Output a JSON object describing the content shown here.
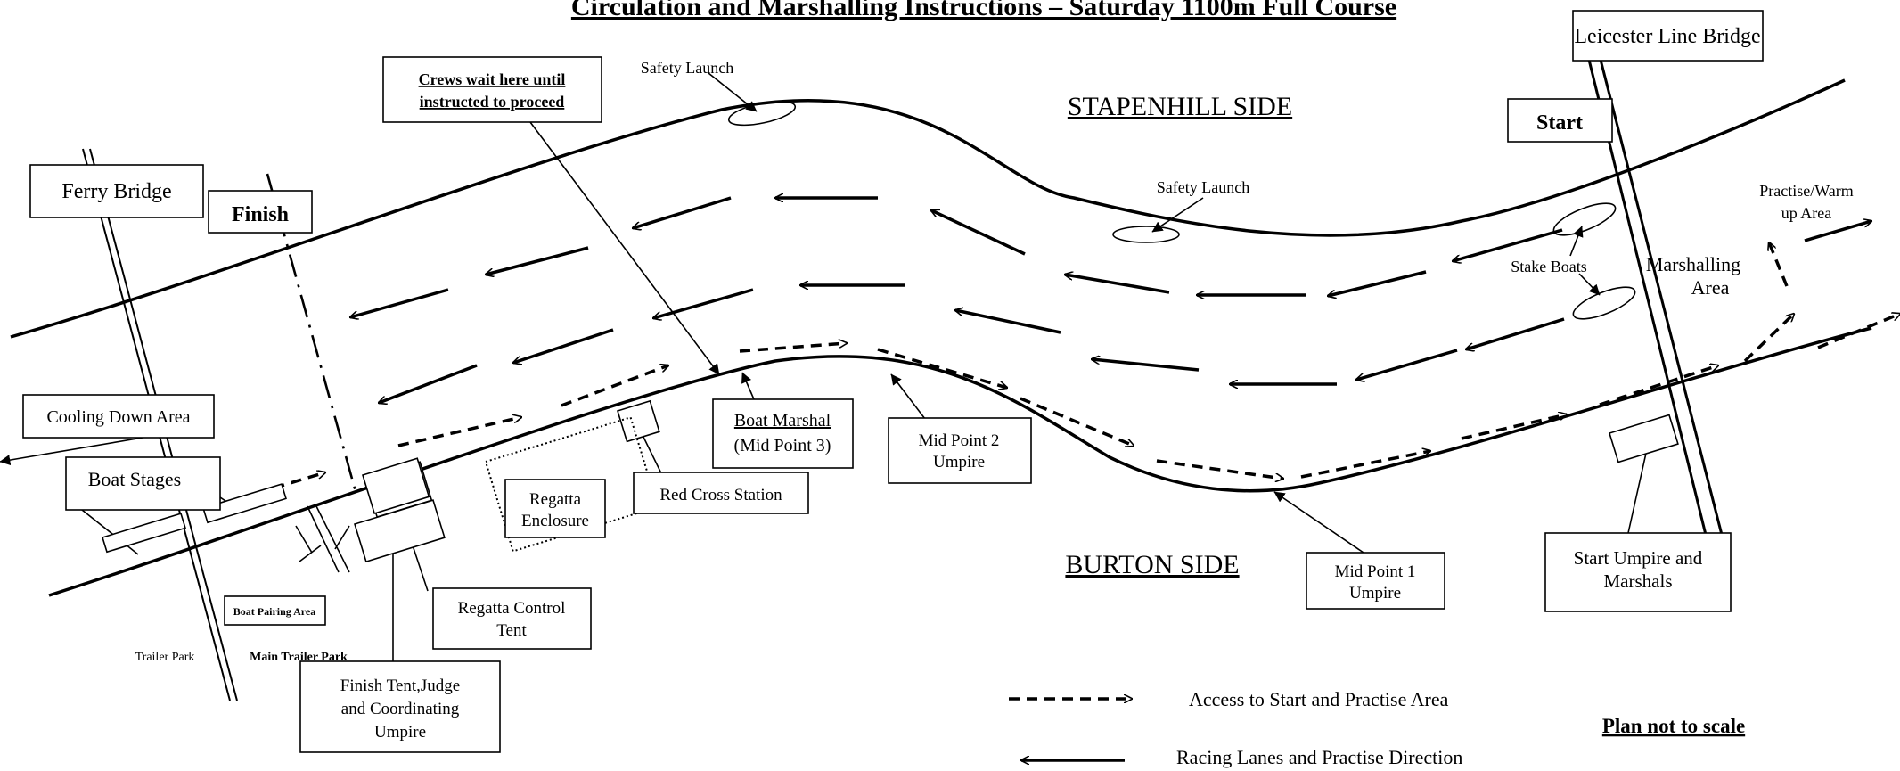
{
  "title": "Circulation and Marshalling Instructions – Saturday 1100m Full Course",
  "sides": {
    "top": "STAPENHILL SIDE",
    "bottom": "BURTON SIDE"
  },
  "labels": {
    "leicester_bridge": "Leicester Line Bridge",
    "start": "Start",
    "ferry_bridge": "Ferry Bridge",
    "finish": "Finish",
    "crews_wait_line1": "Crews wait here until",
    "crews_wait_line2": "instructed to proceed",
    "safety_launch_1": "Safety Launch",
    "safety_launch_2": "Safety Launch",
    "practise_line1": "Practise/Warm",
    "practise_line2": "up Area",
    "stake_boats": "Stake Boats",
    "marshalling_line1": "Marshalling",
    "marshalling_line2": "Area",
    "cooling_down": "Cooling Down Area",
    "boat_stages": "Boat Stages",
    "boat_marshal_line1": "Boat Marshal",
    "boat_marshal_line2": "(Mid Point 3)",
    "mid2_line1": "Mid Point 2",
    "mid2_line2": "Umpire",
    "regatta_enclosure_line1": "Regatta",
    "regatta_enclosure_line2": "Enclosure",
    "red_cross": "Red Cross Station",
    "mid1_line1": "Mid Point 1",
    "mid1_line2": "Umpire",
    "start_umpire_line1": "Start Umpire and",
    "start_umpire_line2": "Marshals",
    "boat_pairing": "Boat Pairing Area",
    "trailer_park": "Trailer Park",
    "main_trailer_park": "Main Trailer Park",
    "control_tent_line1": "Regatta Control",
    "control_tent_line2": "Tent",
    "finish_tent_line1": "Finish Tent,Judge",
    "finish_tent_line2": "and Coordinating",
    "finish_tent_line3": "Umpire",
    "plan_not_to_scale": "Plan not to scale"
  },
  "legend": [
    {
      "style": "dashed",
      "label": "Access to Start and Practise Area"
    },
    {
      "style": "solid",
      "label": "Racing  Lanes and Practise Direction"
    }
  ]
}
